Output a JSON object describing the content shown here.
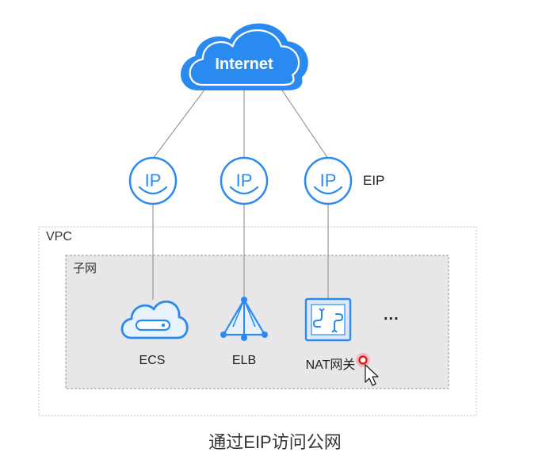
{
  "internet": {
    "label": "Internet"
  },
  "eip": {
    "label": "EIP",
    "icon_text": "IP"
  },
  "vpc": {
    "label": "VPC"
  },
  "subnet": {
    "label": "子网"
  },
  "services": [
    {
      "label": "ECS",
      "icon": "ecs-server-icon"
    },
    {
      "label": "ELB",
      "icon": "elb-balancer-icon"
    },
    {
      "label": "NAT网关",
      "icon": "nat-gateway-icon"
    }
  ],
  "more": {
    "label": "..."
  },
  "caption": "通过EIP访问公网",
  "colors": {
    "accent": "#2a8af0",
    "accent_light": "#e8f2fd",
    "line": "#9a9a9a",
    "subnet_fill": "#e7e7e9",
    "cursor_dot": "#e02020"
  }
}
